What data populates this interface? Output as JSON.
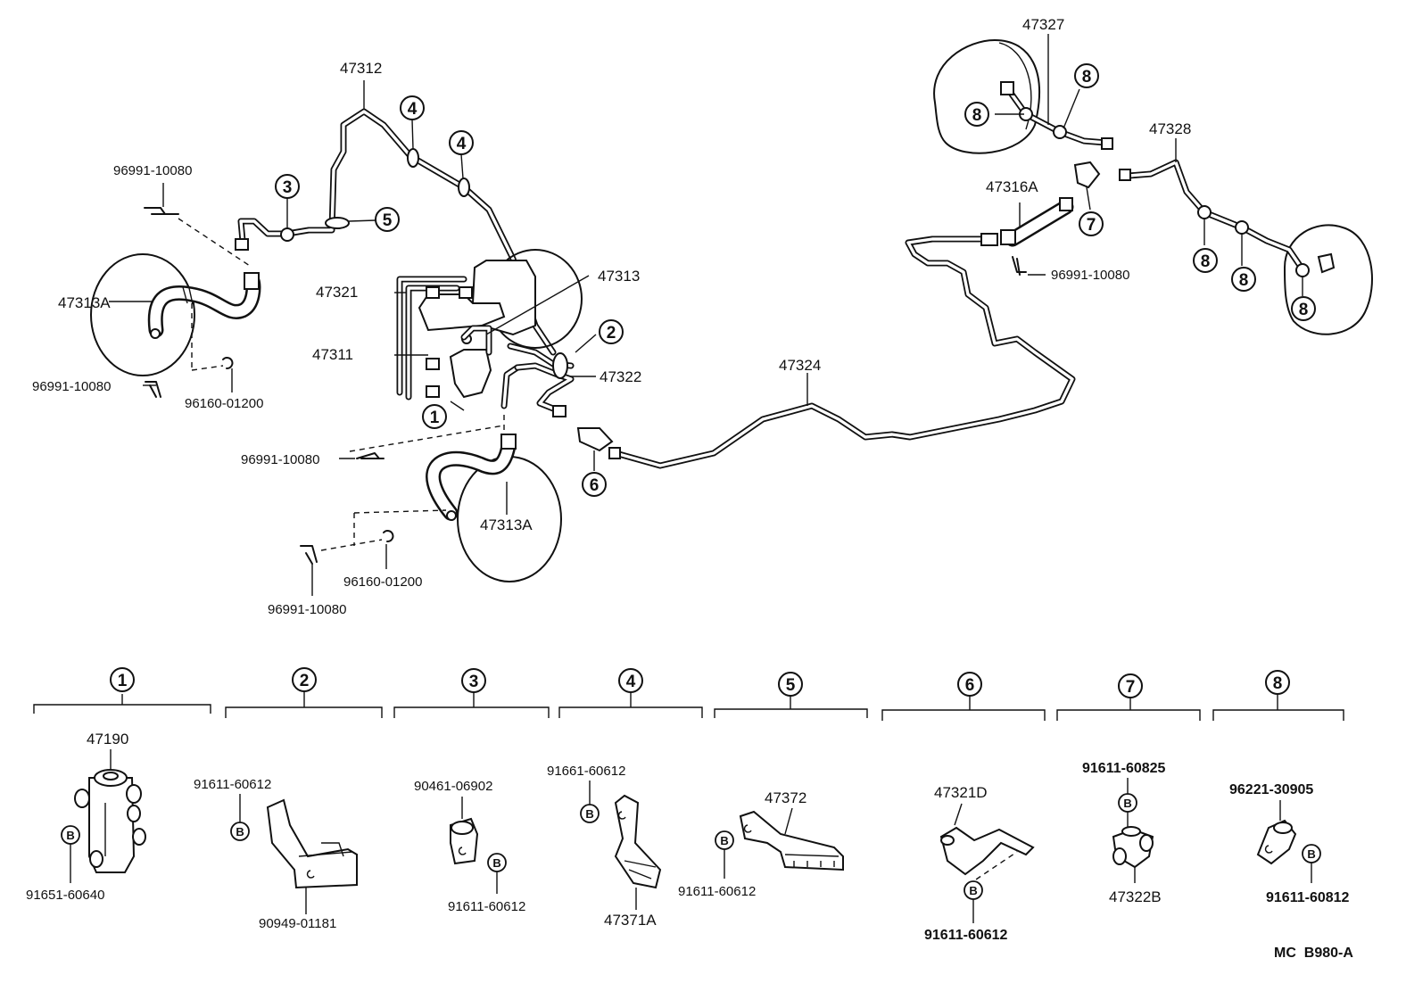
{
  "diagram_code": "MC  B980-A",
  "main_labels": {
    "l47312": "47312",
    "l47313": "47313",
    "l47321": "47321",
    "l47311": "47311",
    "l47322": "47322",
    "l47313A_left": "47313A",
    "l47313A_bottom": "47313A",
    "l47324": "47324",
    "l47327": "47327",
    "l47328": "47328",
    "l47316A": "47316A",
    "clip_tl": "96991-10080",
    "clip_l": "96991-10080",
    "clip_mid": "96991-10080",
    "clip_bottom": "96991-10080",
    "clip_right": "96991-10080",
    "clip_c_left": "96160-01200",
    "clip_c_bottom": "96160-01200"
  },
  "callout_numbers": [
    "1",
    "2",
    "3",
    "4",
    "5",
    "6",
    "7",
    "8"
  ],
  "bolt_marker": "B",
  "detail_groups": [
    {
      "number": "1",
      "part": "47190",
      "bolt": "91651-60640"
    },
    {
      "number": "2",
      "bolt": "91611-60612",
      "part": "90949-01181"
    },
    {
      "number": "3",
      "part": "90461-06902",
      "bolt": "91611-60612"
    },
    {
      "number": "4",
      "bolt": "91661-60612",
      "part": "47371A"
    },
    {
      "number": "5",
      "part": "47372",
      "bolt": "91611-60612"
    },
    {
      "number": "6",
      "part": "47321D",
      "bolt": "91611-60612"
    },
    {
      "number": "7",
      "bolt": "91611-60825",
      "part": "47322B"
    },
    {
      "number": "8",
      "part": "96221-30905",
      "bolt": "91611-60812"
    }
  ]
}
